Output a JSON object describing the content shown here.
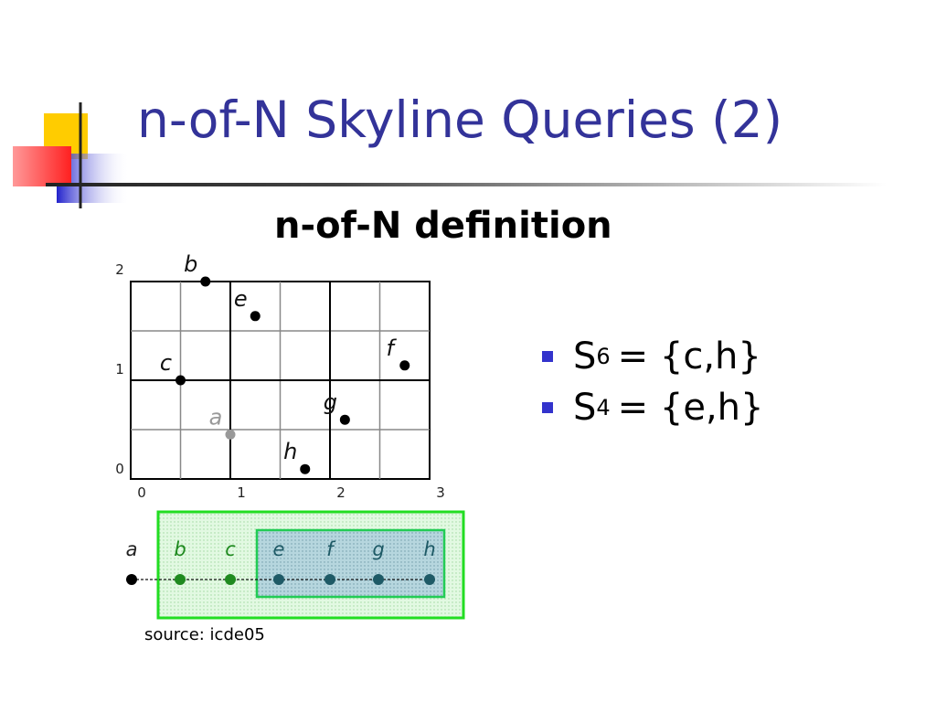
{
  "slide": {
    "title": "n-of-N Skyline Queries (2)",
    "subtitle": "n-of-N definition",
    "source": "source: icde05"
  },
  "bullets": [
    {
      "set": "S",
      "index": "6",
      "expr": "= {c,h}"
    },
    {
      "set": "S",
      "index": "4",
      "expr": "= {e,h}"
    }
  ],
  "figure": {
    "x_ticks": [
      "0",
      "1",
      "2",
      "3"
    ],
    "y_ticks": [
      "0",
      "1",
      "2"
    ],
    "points": [
      {
        "label": "a",
        "x": 1.0,
        "y": 0.45,
        "color": "#999999"
      },
      {
        "label": "b",
        "x": 0.75,
        "y": 2.0,
        "color": "#000000"
      },
      {
        "label": "c",
        "x": 0.5,
        "y": 1.0,
        "color": "#000000"
      },
      {
        "label": "e",
        "x": 1.25,
        "y": 1.65,
        "color": "#000000"
      },
      {
        "label": "f",
        "x": 2.75,
        "y": 1.15,
        "color": "#000000"
      },
      {
        "label": "g",
        "x": 2.15,
        "y": 0.6,
        "color": "#000000"
      },
      {
        "label": "h",
        "x": 1.75,
        "y": 0.1,
        "color": "#000000"
      }
    ],
    "sequence": [
      "a",
      "b",
      "c",
      "e",
      "f",
      "g",
      "h"
    ],
    "outer_window": [
      "b",
      "c",
      "e",
      "f",
      "g",
      "h"
    ],
    "inner_window": [
      "e",
      "f",
      "g",
      "h"
    ]
  },
  "colors": {
    "title": "#333399",
    "bullet": "#3333cc",
    "outer_window_border": "#22dd22",
    "inner_window_border": "#22cc55",
    "outer_window_fill": "#d8f8d8",
    "inner_window_fill": "#a8d0d8"
  }
}
